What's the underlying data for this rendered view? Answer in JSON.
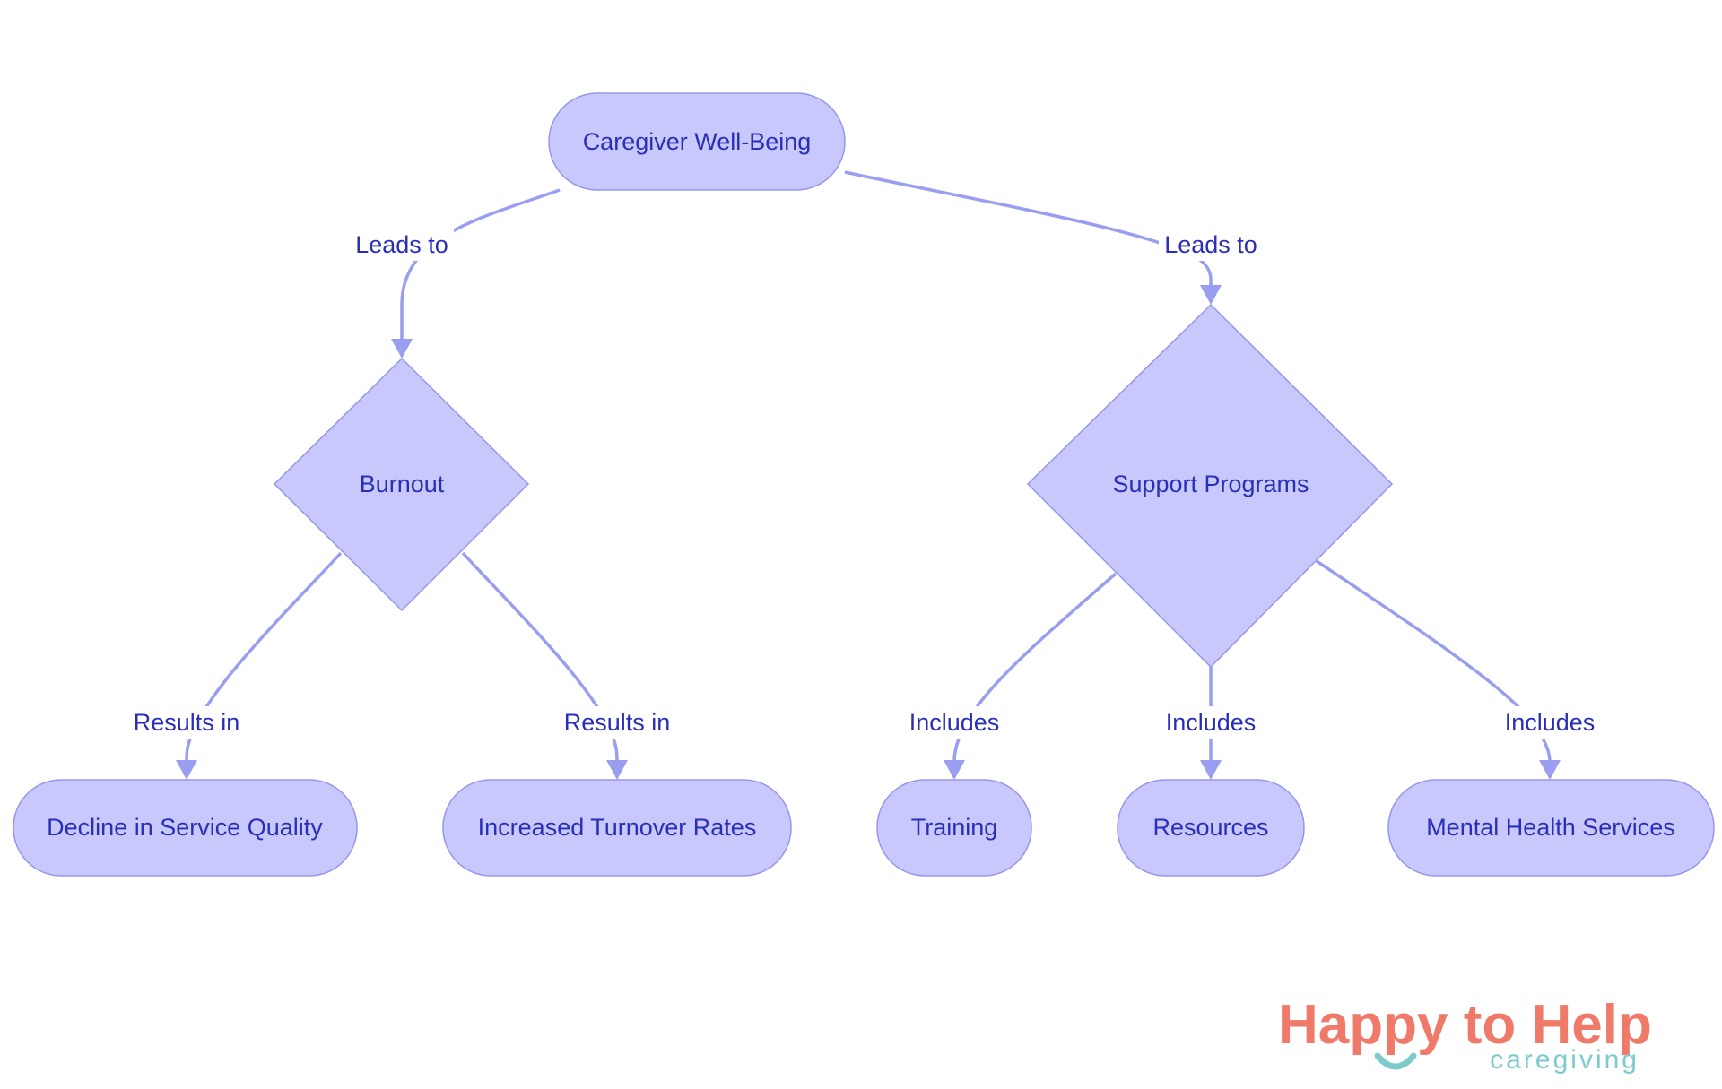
{
  "diagram": {
    "nodes": {
      "caregiver_well_being": "Caregiver Well-Being",
      "burnout": "Burnout",
      "support_programs": "Support Programs",
      "decline_service_quality": "Decline in Service Quality",
      "increased_turnover": "Increased Turnover Rates",
      "training": "Training",
      "resources": "Resources",
      "mental_health_services": "Mental Health Services"
    },
    "edges": {
      "wellbeing_to_burnout": "Leads to",
      "wellbeing_to_support": "Leads to",
      "burnout_to_decline": "Results in",
      "burnout_to_turnover": "Results in",
      "support_to_training": "Includes",
      "support_to_resources": "Includes",
      "support_to_mental_health": "Includes"
    }
  },
  "logo": {
    "word_happy": "Happy",
    "word_to": "to",
    "word_help": "Help",
    "tagline": "caregiving"
  },
  "colors": {
    "node_fill": "#c8c8fc",
    "node_stroke": "#9696ea",
    "edge": "#9a9ef0",
    "text": "#2a2fb8",
    "logo_coral": "#f07a6a",
    "logo_teal": "#7ecbcc"
  }
}
